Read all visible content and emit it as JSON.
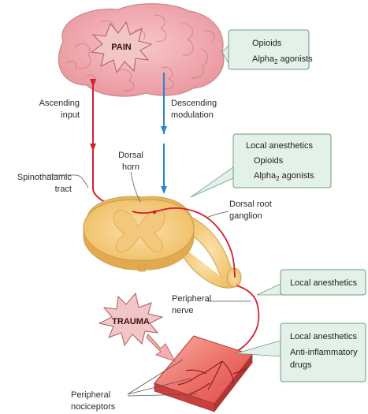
{
  "brain": {
    "burst_label": "PAIN"
  },
  "trauma": {
    "burst_label": "TRAUMA"
  },
  "labels": {
    "ascending_1": "Ascending",
    "ascending_2": "input",
    "descending_1": "Descending",
    "descending_2": "modulation",
    "spinothalamic_1": "Spinothalamic",
    "spinothalamic_2": "tract",
    "dorsal_horn_1": "Dorsal",
    "dorsal_horn_2": "horn",
    "drg_1": "Dorsal root",
    "drg_2": "ganglion",
    "peripheral_nerve_1": "Peripheral",
    "peripheral_nerve_2": "nerve",
    "nociceptors_1": "Peripheral",
    "nociceptors_2": "nociceptors"
  },
  "boxes": {
    "brain": {
      "line1": "Opioids",
      "line2_main": "Alpha",
      "line2_sub": "2",
      "line2_tail": " agonists"
    },
    "spinal": {
      "line1": "Local anesthetics",
      "line2": "Opioids",
      "line3_main": "Alpha",
      "line3_sub": "2",
      "line3_tail": " agonists"
    },
    "nerve": {
      "line1": "Local anesthetics"
    },
    "periphery": {
      "line1": "Local anesthetics",
      "line2": "Anti-inflammatory",
      "line3": "drugs"
    }
  },
  "colors": {
    "brain": "#f2aeb4",
    "brain_outline": "#c8888e",
    "spinal_cord": "#f6cf82",
    "spinal_outline": "#c9a355",
    "ascending_arrow": "#d42030",
    "descending_arrow": "#2a86c8",
    "box_fill": "#e3f1e9",
    "box_stroke": "#6c9a84",
    "tissue": "#e8534f",
    "burst_fill": "#f2c6c6"
  }
}
